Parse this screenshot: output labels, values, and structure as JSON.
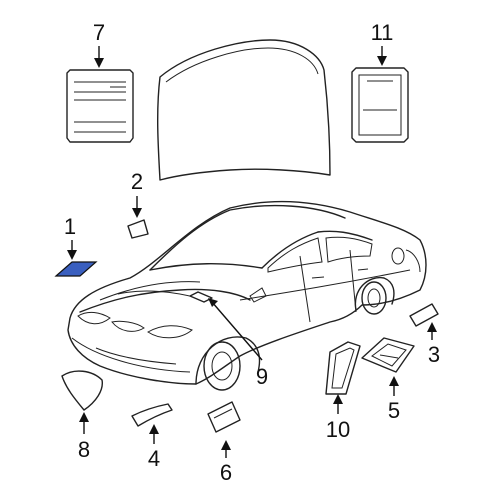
{
  "callouts": {
    "c1": "1",
    "c2": "2",
    "c3": "3",
    "c4": "4",
    "c5": "5",
    "c6": "6",
    "c7": "7",
    "c8": "8",
    "c9": "9",
    "c10": "10",
    "c11": "11"
  },
  "colors": {
    "highlight": "#3a5fbf",
    "line": "#222222"
  }
}
